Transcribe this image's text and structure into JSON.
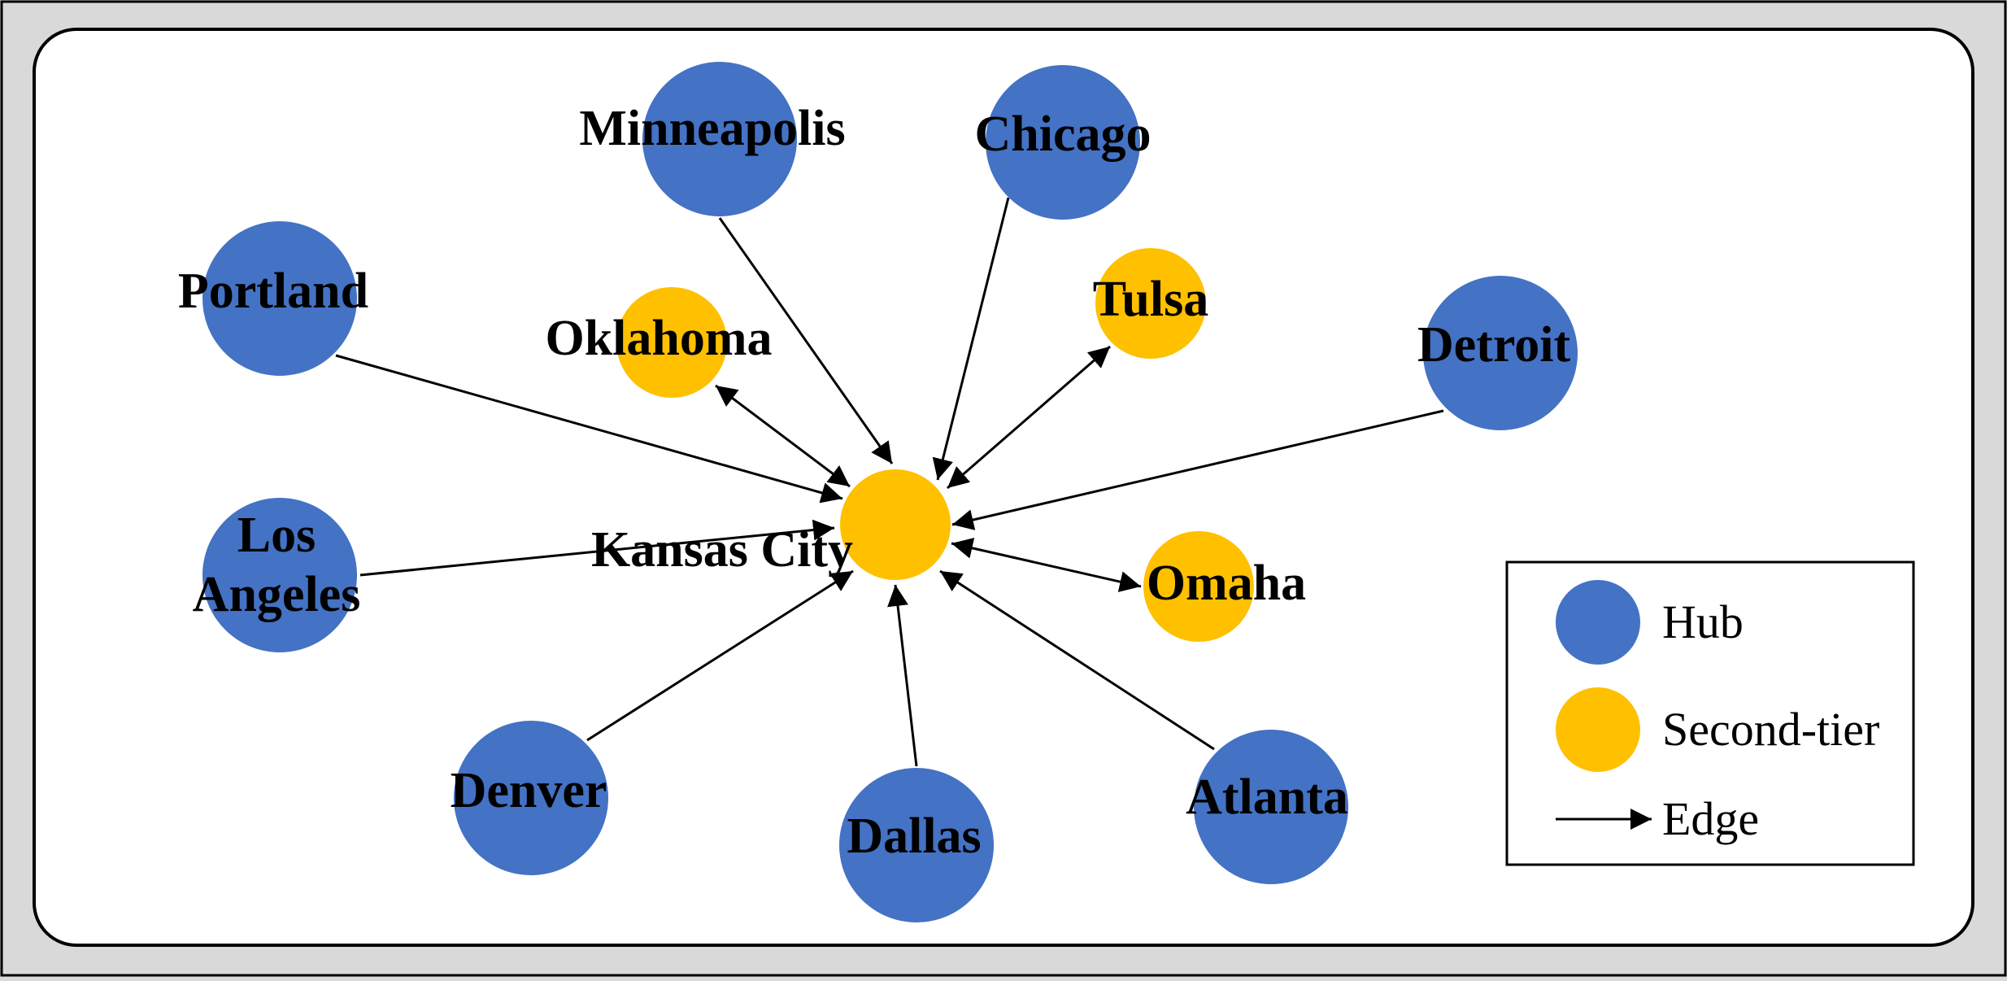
{
  "colors": {
    "hub": "#4472C4",
    "second_tier": "#FFC000",
    "edge": "#000000",
    "panel": "#FFFFFF",
    "frame": "#D9D9D9"
  },
  "nodes": [
    {
      "id": "minneapolis",
      "label": "Minneapolis",
      "type": "hub"
    },
    {
      "id": "chicago",
      "label": "Chicago",
      "type": "hub"
    },
    {
      "id": "portland",
      "label": "Portland",
      "type": "hub"
    },
    {
      "id": "detroit",
      "label": "Detroit",
      "type": "hub"
    },
    {
      "id": "los-angeles",
      "label": "Los Angeles",
      "type": "hub"
    },
    {
      "id": "denver",
      "label": "Denver",
      "type": "hub"
    },
    {
      "id": "dallas",
      "label": "Dallas",
      "type": "hub"
    },
    {
      "id": "atlanta",
      "label": "Atlanta",
      "type": "hub"
    },
    {
      "id": "oklahoma",
      "label": "Oklahoma",
      "type": "second_tier"
    },
    {
      "id": "tulsa",
      "label": "Tulsa",
      "type": "second_tier"
    },
    {
      "id": "omaha",
      "label": "Omaha",
      "type": "second_tier"
    },
    {
      "id": "kansas-city",
      "label": "Kansas City",
      "type": "second_tier"
    }
  ],
  "edges": [
    {
      "from": "portland",
      "to": "kansas-city",
      "bidirectional": false
    },
    {
      "from": "minneapolis",
      "to": "kansas-city",
      "bidirectional": false
    },
    {
      "from": "chicago",
      "to": "kansas-city",
      "bidirectional": false
    },
    {
      "from": "detroit",
      "to": "kansas-city",
      "bidirectional": false
    },
    {
      "from": "los-angeles",
      "to": "kansas-city",
      "bidirectional": false
    },
    {
      "from": "denver",
      "to": "kansas-city",
      "bidirectional": false
    },
    {
      "from": "dallas",
      "to": "kansas-city",
      "bidirectional": false
    },
    {
      "from": "atlanta",
      "to": "kansas-city",
      "bidirectional": false
    },
    {
      "from": "kansas-city",
      "to": "oklahoma",
      "bidirectional": true
    },
    {
      "from": "kansas-city",
      "to": "tulsa",
      "bidirectional": true
    },
    {
      "from": "kansas-city",
      "to": "omaha",
      "bidirectional": true
    }
  ],
  "legend": {
    "hub_label": "Hub",
    "second_tier_label": "Second-tier",
    "edge_label": "Edge"
  }
}
